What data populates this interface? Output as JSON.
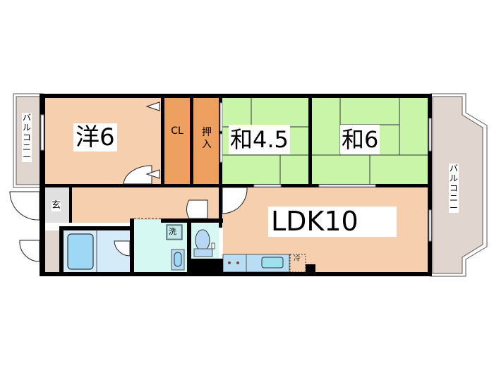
{
  "floorplan": {
    "rooms": {
      "western_room": {
        "label": "洋6",
        "type": "洋室",
        "size_jo": "6"
      },
      "closet": {
        "label": "CL"
      },
      "oshiire": {
        "label": "押入"
      },
      "japanese_room_1": {
        "label": "和4.5",
        "type": "和室",
        "size_jo": "4.5"
      },
      "japanese_room_2": {
        "label": "和6",
        "type": "和室",
        "size_jo": "6"
      },
      "ldk": {
        "label": "LDK10",
        "size_jo": "10"
      },
      "entrance": {
        "label": "玄"
      },
      "washroom": {
        "label": "洗"
      },
      "refrigerator": {
        "label": "冷"
      },
      "balcony_left": {
        "label": "バルコニー"
      },
      "balcony_right": {
        "label": "バルコニー"
      }
    },
    "colors": {
      "western_floor": "#f5cfae",
      "closet": "#eda060",
      "tatami": "#c8f5a8",
      "ldk_floor": "#f5cfae",
      "balcony": "#e0d6cf",
      "entrance": "#e0e0e0",
      "bath": "#d6ebfa",
      "bathtub": "#9fd8f5",
      "washroom": "#d6f8f3",
      "toilet_bowl": "#b6d8f5",
      "kitchen": "#b9ddf5",
      "wall": "#000000"
    }
  }
}
